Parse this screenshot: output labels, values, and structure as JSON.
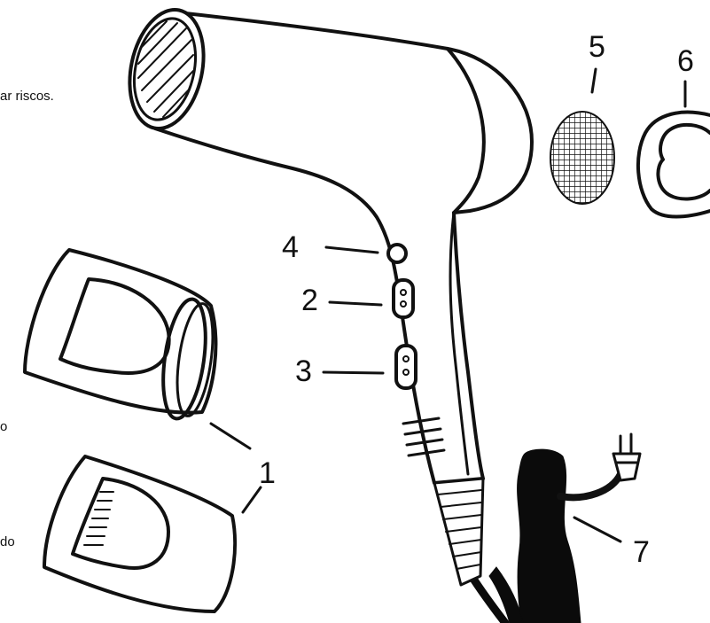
{
  "text_fragments": {
    "top": "ar riscos.",
    "middle": "o",
    "bottom": "do"
  },
  "callouts": [
    {
      "id": "1",
      "label": "1"
    },
    {
      "id": "2",
      "label": "2"
    },
    {
      "id": "3",
      "label": "3"
    },
    {
      "id": "4",
      "label": "4"
    },
    {
      "id": "5",
      "label": "5"
    },
    {
      "id": "6",
      "label": "6"
    },
    {
      "id": "7",
      "label": "7"
    }
  ],
  "colors": {
    "line": "#111111",
    "background": "#ffffff"
  }
}
